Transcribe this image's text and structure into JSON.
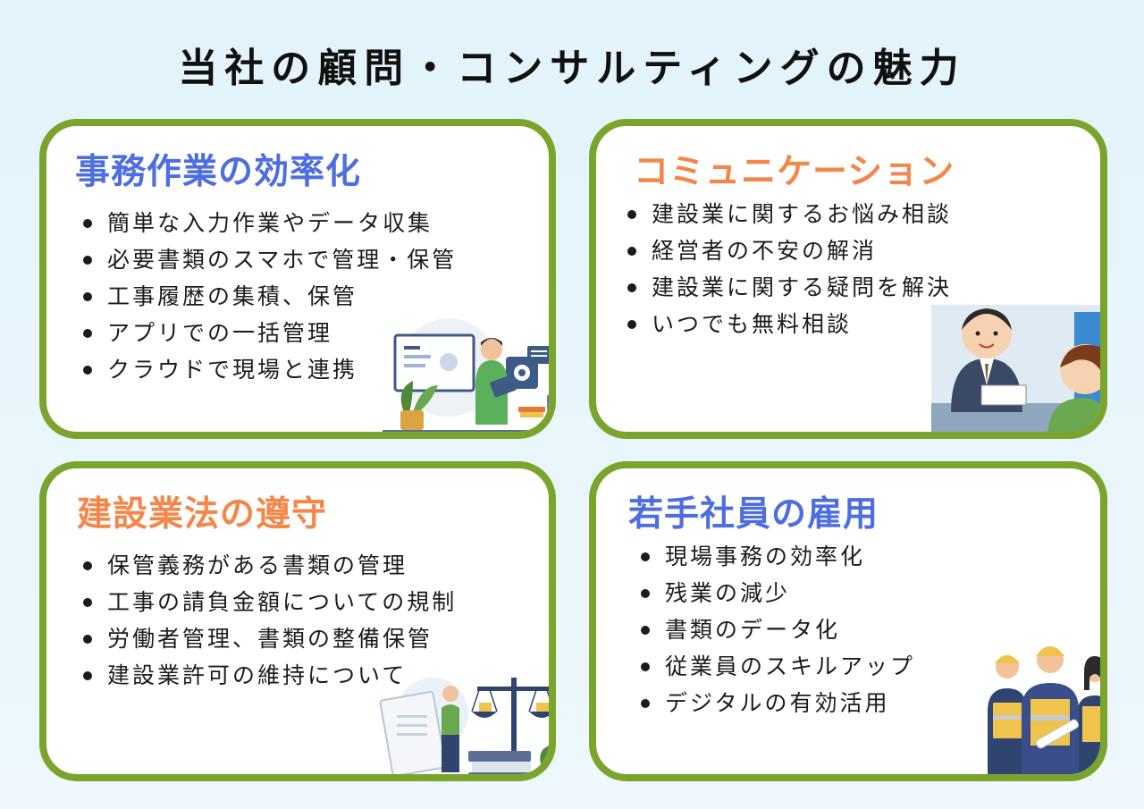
{
  "page": {
    "title": "当社の顧問・コンサルティングの魅力"
  },
  "cards": [
    {
      "title": "事務作業の効率化",
      "title_color": "#4d6ee0",
      "items": [
        "簡単な入力作業やデータ収集",
        "必要書類のスマホで管理・保管",
        "工事履歴の集積、保管",
        "アプリでの一括管理",
        "クラウドで現場と連携"
      ],
      "illustration": "office-worker-tablet-icon"
    },
    {
      "title": "コミュニケーション",
      "title_color": "#f5864a",
      "items": [
        "建設業に関するお悩み相談",
        "経営者の不安の解消",
        "建設業に関する疑問を解決",
        "いつでも無料相談"
      ],
      "illustration": "consultation-meeting-icon"
    },
    {
      "title": "建設業法の遵守",
      "title_color": "#f5864a",
      "items": [
        "保管義務がある書類の管理",
        "工事の請負金額についての規制",
        "労働者管理、書類の整備保管",
        "建設業許可の維持について"
      ],
      "illustration": "law-scales-icon"
    },
    {
      "title": "若手社員の雇用",
      "title_color": "#4d6ee0",
      "items": [
        "現場事務の効率化",
        "残業の減少",
        "書類のデータ化",
        "従業員のスキルアップ",
        "デジタルの有効活用"
      ],
      "illustration": "construction-workers-icon"
    }
  ],
  "colors": {
    "card_border": "#7aa42c",
    "background": "#e3f3fb"
  }
}
